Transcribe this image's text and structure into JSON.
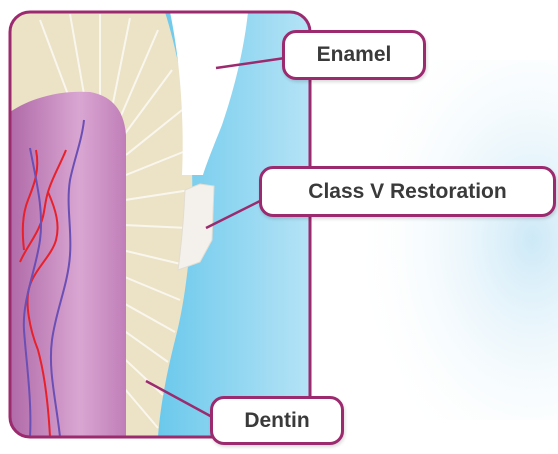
{
  "labels": {
    "enamel": "Enamel",
    "class_v_restoration": "Class V Restoration",
    "dentin": "Dentin"
  },
  "colors": {
    "frame": "#9c2a6e",
    "enamel": "#ffffff",
    "dentin": "#ece2c6",
    "pulp": "#cc92c3",
    "gingiva": "#46b9e3",
    "artery": "#e8202a",
    "vein": "#6a4fb5"
  }
}
